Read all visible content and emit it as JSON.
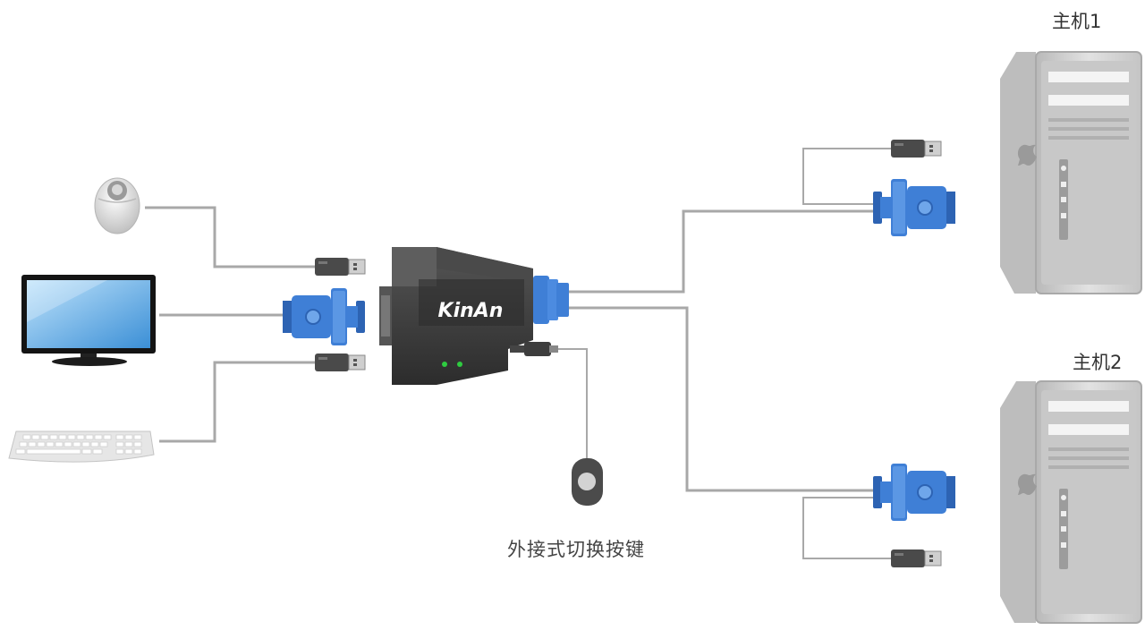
{
  "labels": {
    "host1": "主机1",
    "host2": "主机2",
    "external_switch": "外接式切换按键"
  },
  "device": {
    "brand": "KinAn"
  },
  "colors": {
    "background": "#ffffff",
    "cable": "#a8a8a8",
    "vga_blue": "#3f7fd6",
    "kvm_body": "#3c3c3c",
    "led": "#2ecc40",
    "monitor_screen": "#4fa8e6",
    "pc_case": "#d6d6d6"
  },
  "icons": [
    "mouse-icon",
    "monitor-icon",
    "keyboard-icon",
    "kvm-switch-icon",
    "vga-connector-icon",
    "usb-plug-icon",
    "audio-jack-icon",
    "switch-button-icon",
    "pc-tower-icon"
  ]
}
